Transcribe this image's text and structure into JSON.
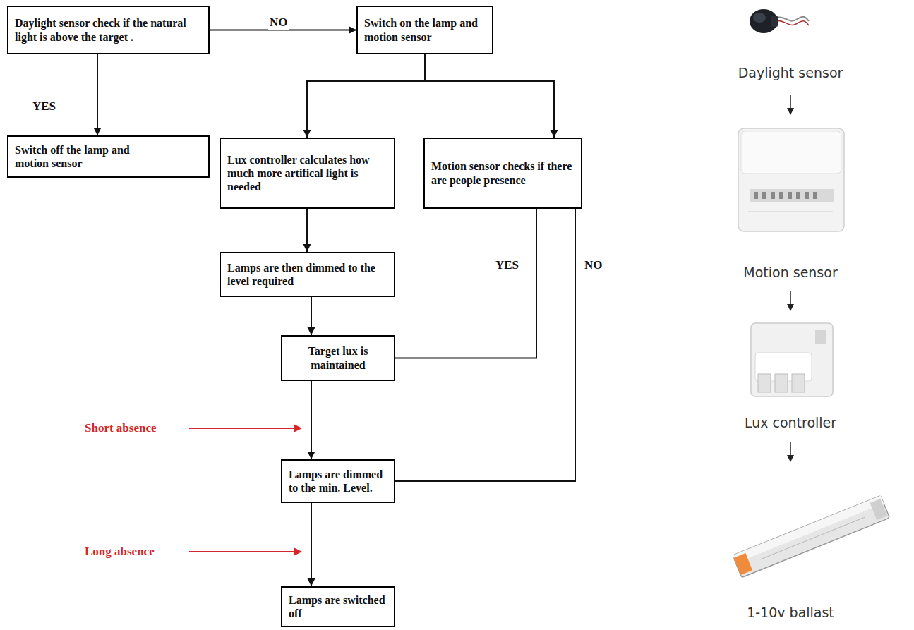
{
  "diagram": {
    "nodes": [
      {
        "text": [
          "Daylight sensor check if the natural light is above the target ."
        ]
      },
      {
        "text": [
          "Switch on the lamp and motion sensor"
        ]
      },
      {
        "text": [
          "Switch off the lamp and motion sensor"
        ]
      },
      {
        "text": [
          "Lux controller calculates how much more artifical light is needed"
        ]
      },
      {
        "text": [
          "Motion sensor checks if there are people presence"
        ]
      },
      {
        "text": [
          "Lamps are then dimmed to the level required"
        ]
      },
      {
        "text": [
          "Target lux is maintained"
        ]
      },
      {
        "text": [
          "Lamps are dimmed to the min. Level."
        ]
      },
      {
        "text": [
          "Lamps are switched off"
        ]
      }
    ],
    "edges": [
      {
        "from": 0,
        "to": 1,
        "label": "NO",
        "arrow": "to"
      },
      {
        "from": 0,
        "to": 2,
        "label": "YES",
        "arrow": "to"
      },
      {
        "from": 1,
        "to": 3,
        "arrow": "to"
      },
      {
        "from": 1,
        "to": 4,
        "arrow": "to"
      },
      {
        "from": 3,
        "to": 5,
        "arrow": "to"
      },
      {
        "from": 5,
        "to": 6,
        "arrow": "to"
      },
      {
        "from": 4,
        "to": 6,
        "label": "YES",
        "arrow": "none"
      },
      {
        "from": 4,
        "to": 7,
        "label": "NO",
        "arrow": "none"
      },
      {
        "from": 6,
        "to": 7,
        "arrow": "to"
      },
      {
        "from": 7,
        "to": 8,
        "arrow": "to"
      }
    ],
    "labels": [
      "Short absence",
      "Long absence",
      "Daylight sensor",
      "Motion sensor",
      "Lux controller",
      "1-10v ballast"
    ]
  }
}
